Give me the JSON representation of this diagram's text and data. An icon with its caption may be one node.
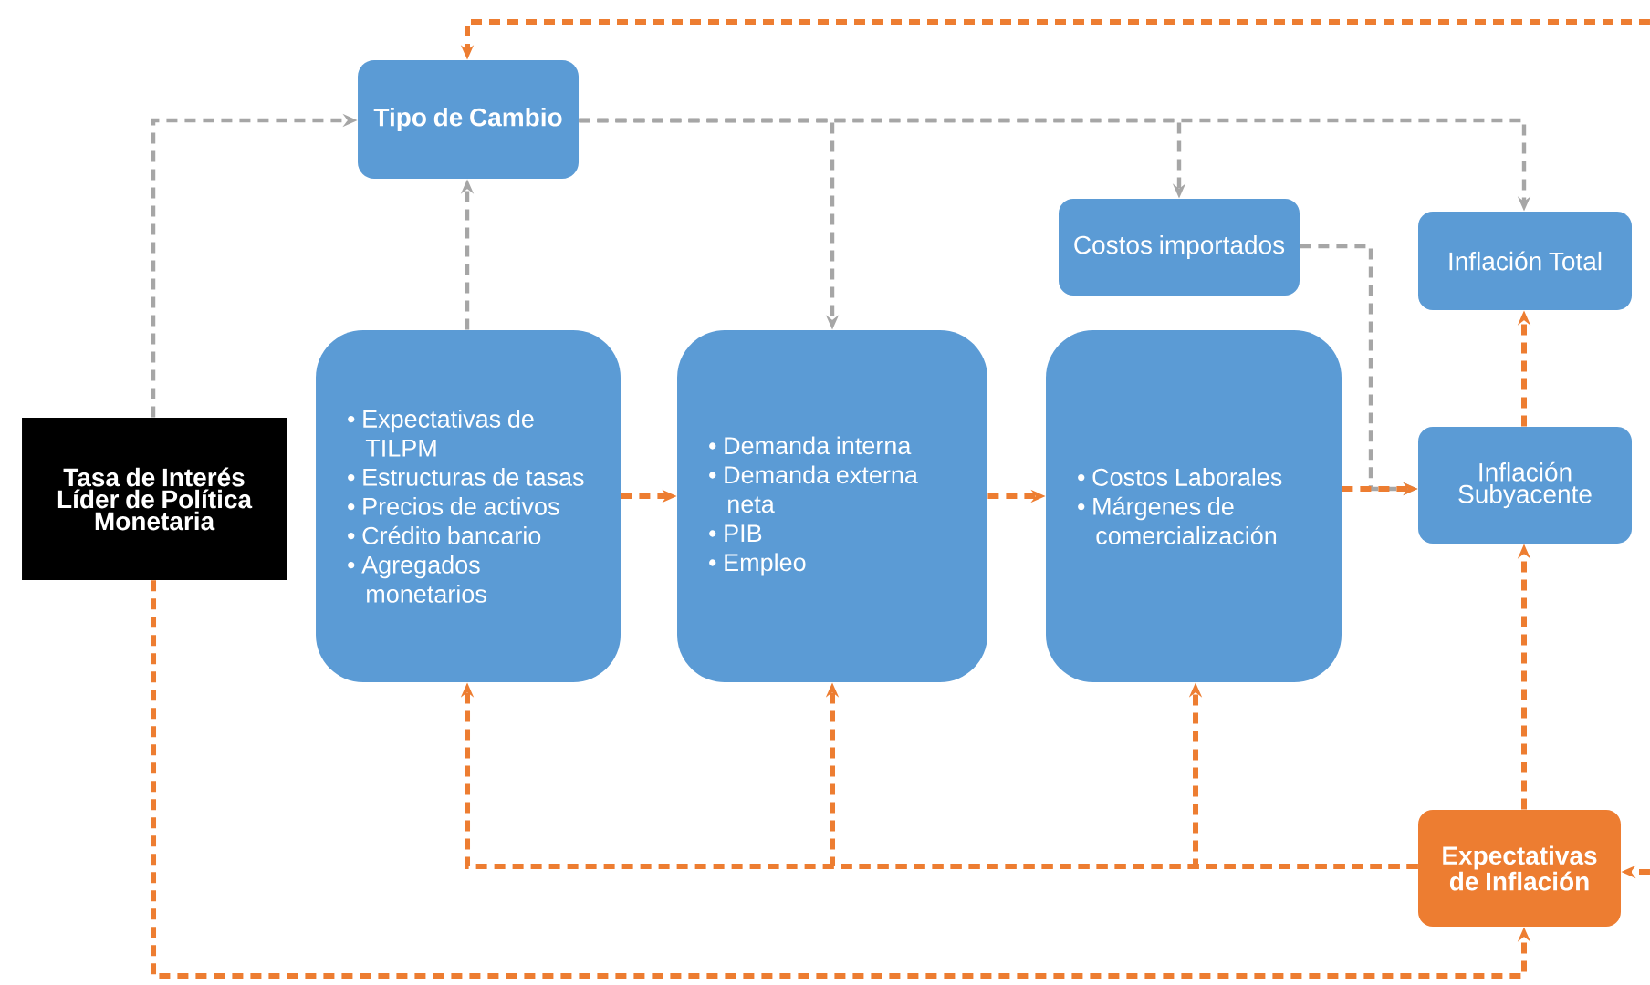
{
  "diagram": {
    "nodes": [
      {
        "text": [
          "Tasa de Interés Líder de Política Monetaria"
        ]
      },
      {
        "text": [
          "Tipo de Cambio"
        ]
      },
      {
        "text": [
          "• Expectativas de TILPM",
          "• Estructuras de tasas",
          "• Precios de activos",
          "• Crédito bancario",
          "• Agregados monetarios"
        ]
      },
      {
        "text": [
          "• Demanda interna",
          "• Demanda externa neta",
          "• PIB",
          "• Empleo"
        ]
      },
      {
        "text": [
          "Costos importados"
        ]
      },
      {
        "text": [
          "• Costos Laborales",
          "• Márgenes de comercialización"
        ]
      },
      {
        "text": [
          "Inflación Total"
        ]
      },
      {
        "text": [
          "Inflación Subyacente"
        ]
      },
      {
        "text": [
          "Expectativas de Inflación"
        ]
      }
    ],
    "edges": [
      {
        "from": 0,
        "to": 1,
        "arrow": "to",
        "color": "#a6a6a6"
      },
      {
        "from": 2,
        "to": 1,
        "arrow": "to",
        "color": "#a6a6a6"
      },
      {
        "from": 1,
        "to": 3,
        "arrow": "to",
        "color": "#a6a6a6"
      },
      {
        "from": 1,
        "to": 4,
        "arrow": "to",
        "color": "#a6a6a6"
      },
      {
        "from": 1,
        "to": 6,
        "arrow": "to",
        "color": "#a6a6a6"
      },
      {
        "from": 4,
        "to": 7,
        "arrow": "to",
        "color": "#a6a6a6"
      },
      {
        "from": 2,
        "to": 3,
        "arrow": "to"
      },
      {
        "from": 3,
        "to": 5,
        "arrow": "to"
      },
      {
        "from": 5,
        "to": 7,
        "arrow": "to"
      },
      {
        "from": 7,
        "to": 6,
        "arrow": "to"
      },
      {
        "from": 8,
        "to": 7,
        "arrow": "to"
      },
      {
        "from": 8,
        "to": 2,
        "arrow": "to"
      },
      {
        "from": 8,
        "to": 3,
        "arrow": "to"
      },
      {
        "from": 8,
        "to": 5,
        "arrow": "to"
      },
      {
        "from": 0,
        "to": 8,
        "arrow": "to"
      },
      {
        "from": null,
        "to": 1,
        "arrow": "to"
      },
      {
        "from": null,
        "to": 8,
        "arrow": "to"
      }
    ]
  }
}
